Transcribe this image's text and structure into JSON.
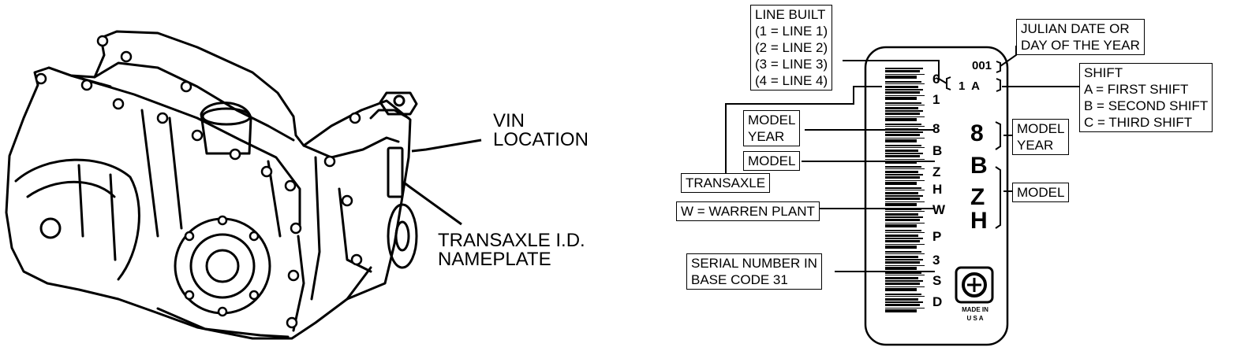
{
  "engine_callouts": {
    "vin_line1": "VIN",
    "vin_line2": "LOCATION",
    "nameplate_line1": "TRANSAXLE I.D.",
    "nameplate_line2": "NAMEPLATE"
  },
  "legend": {
    "line_built": [
      "LINE BUILT",
      "(1 = LINE 1)",
      "(2 = LINE 2)",
      "(3 = LINE 3)",
      "(4 = LINE 4)"
    ],
    "julian_date": [
      "JULIAN DATE OR",
      "DAY OF THE YEAR"
    ],
    "shift": [
      "SHIFT",
      "A = FIRST SHIFT",
      "B = SECOND SHIFT",
      "C = THIRD SHIFT"
    ],
    "model_year_left": [
      "MODEL",
      "YEAR"
    ],
    "model_left": "MODEL",
    "transaxle": "TRANSAXLE",
    "warren_plant": "W = WARREN PLANT",
    "serial_number": [
      "SERIAL NUMBER IN",
      "BASE CODE 31"
    ],
    "model_year_right": [
      "MODEL",
      "YEAR"
    ],
    "model_right": "MODEL"
  },
  "nameplate": {
    "julian_code": "001",
    "line_shift_code": "1  A",
    "column_chars": [
      "6",
      "1",
      "8",
      "B",
      "Z",
      "H",
      "W",
      "P",
      "3",
      "S",
      "D"
    ],
    "big_chars": [
      "8",
      "B",
      "Z",
      "H"
    ],
    "made_in": [
      "MADE IN",
      "U S A"
    ]
  }
}
